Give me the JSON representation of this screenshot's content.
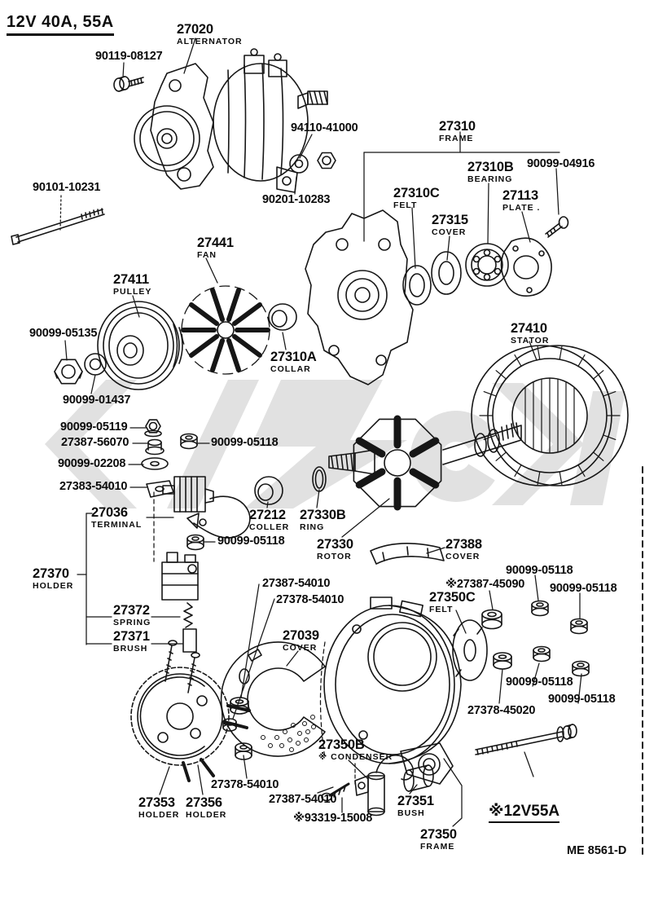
{
  "title": "12V 40A, 55A",
  "variant_note": "※12V55A",
  "doc_code": "ME 8561-D",
  "diagram_subject": "Alternator exploded parts diagram",
  "labels": [
    {
      "number": "27020",
      "caption": "ALTERNATOR"
    },
    {
      "number": "90119-08127",
      "caption": ""
    },
    {
      "number": "90101-10231",
      "caption": ""
    },
    {
      "number": "94110-41000",
      "caption": ""
    },
    {
      "number": "90201-10283",
      "caption": ""
    },
    {
      "number": "27310",
      "caption": "FRAME"
    },
    {
      "number": "27310B",
      "caption": "BEARING"
    },
    {
      "number": "90099-04916",
      "caption": ""
    },
    {
      "number": "27310C",
      "caption": "FELT"
    },
    {
      "number": "27113",
      "caption": "PLATE ."
    },
    {
      "number": "27315",
      "caption": "COVER"
    },
    {
      "number": "27441",
      "caption": "FAN"
    },
    {
      "number": "27411",
      "caption": "PULLEY"
    },
    {
      "number": "90099-05135",
      "caption": ""
    },
    {
      "number": "27310A",
      "caption": "COLLAR"
    },
    {
      "number": "27410",
      "caption": "STATOR"
    },
    {
      "number": "90099-01437",
      "caption": ""
    },
    {
      "number": "90099-05119",
      "caption": ""
    },
    {
      "number": "27387-56070",
      "caption": ""
    },
    {
      "number": "90099-05118",
      "caption": ""
    },
    {
      "number": "90099-02208",
      "caption": ""
    },
    {
      "number": "27383-54010",
      "caption": ""
    },
    {
      "number": "27036",
      "caption": "TERMINAL"
    },
    {
      "number": "27212",
      "caption": "COLLER"
    },
    {
      "number": "27330B",
      "caption": "RING"
    },
    {
      "number": "90099-05118",
      "caption": ""
    },
    {
      "number": "27330",
      "caption": "ROTOR"
    },
    {
      "number": "27388",
      "caption": "COVER"
    },
    {
      "number": "90099-05118",
      "caption": ""
    },
    {
      "number": "※27387-45090",
      "caption": ""
    },
    {
      "number": "90099-05118",
      "caption": ""
    },
    {
      "number": "27350C",
      "caption": "FELT"
    },
    {
      "number": "27370",
      "caption": "HOLDER"
    },
    {
      "number": "27387-54010",
      "caption": ""
    },
    {
      "number": "27378-54010",
      "caption": ""
    },
    {
      "number": "27372",
      "caption": "SPRING"
    },
    {
      "number": "27371",
      "caption": "BRUSH"
    },
    {
      "number": "27039",
      "caption": "COVER"
    },
    {
      "number": "90099-05118",
      "caption": ""
    },
    {
      "number": "90099-05118",
      "caption": ""
    },
    {
      "number": "27378-45020",
      "caption": ""
    },
    {
      "number": "27350B",
      "caption": "※ CONDENSER"
    },
    {
      "number": "27378-54010",
      "caption": ""
    },
    {
      "number": "27387-54010",
      "caption": ""
    },
    {
      "number": "※93319-15008",
      "caption": ""
    },
    {
      "number": "27353",
      "caption": "HOLDER"
    },
    {
      "number": "27356",
      "caption": "HOLDER"
    },
    {
      "number": "27351",
      "caption": "BUSH"
    },
    {
      "number": "27350",
      "caption": "FRAME"
    }
  ]
}
